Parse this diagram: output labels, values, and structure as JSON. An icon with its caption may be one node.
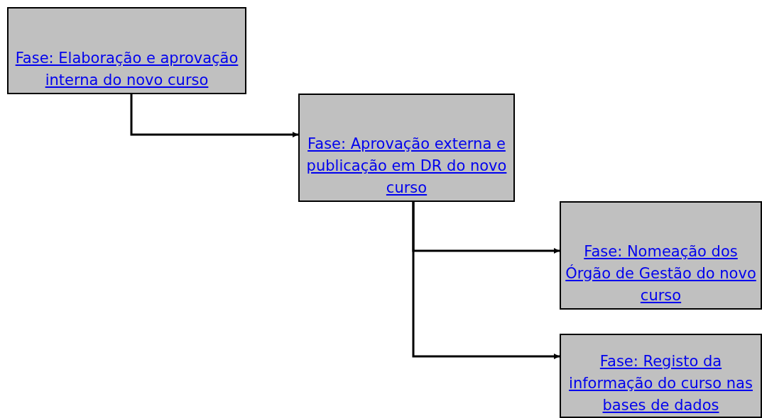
{
  "diagram": {
    "nodes": [
      {
        "text": [
          "Fase: Elaboração e aprovação interna do novo curso"
        ]
      },
      {
        "text": [
          "Fase: Aprovação externa e publicação em DR do novo curso"
        ]
      },
      {
        "text": [
          "Fase: Nomeação dos Órgão de Gestão do novo curso"
        ]
      },
      {
        "text": [
          "Fase: Registo da informação do curso nas bases de dados"
        ]
      }
    ],
    "edges": [
      {
        "from": 0,
        "to": 1,
        "arrow": "to"
      },
      {
        "from": 1,
        "to": 2,
        "arrow": "to"
      },
      {
        "from": 1,
        "to": 3,
        "arrow": "to"
      }
    ]
  }
}
